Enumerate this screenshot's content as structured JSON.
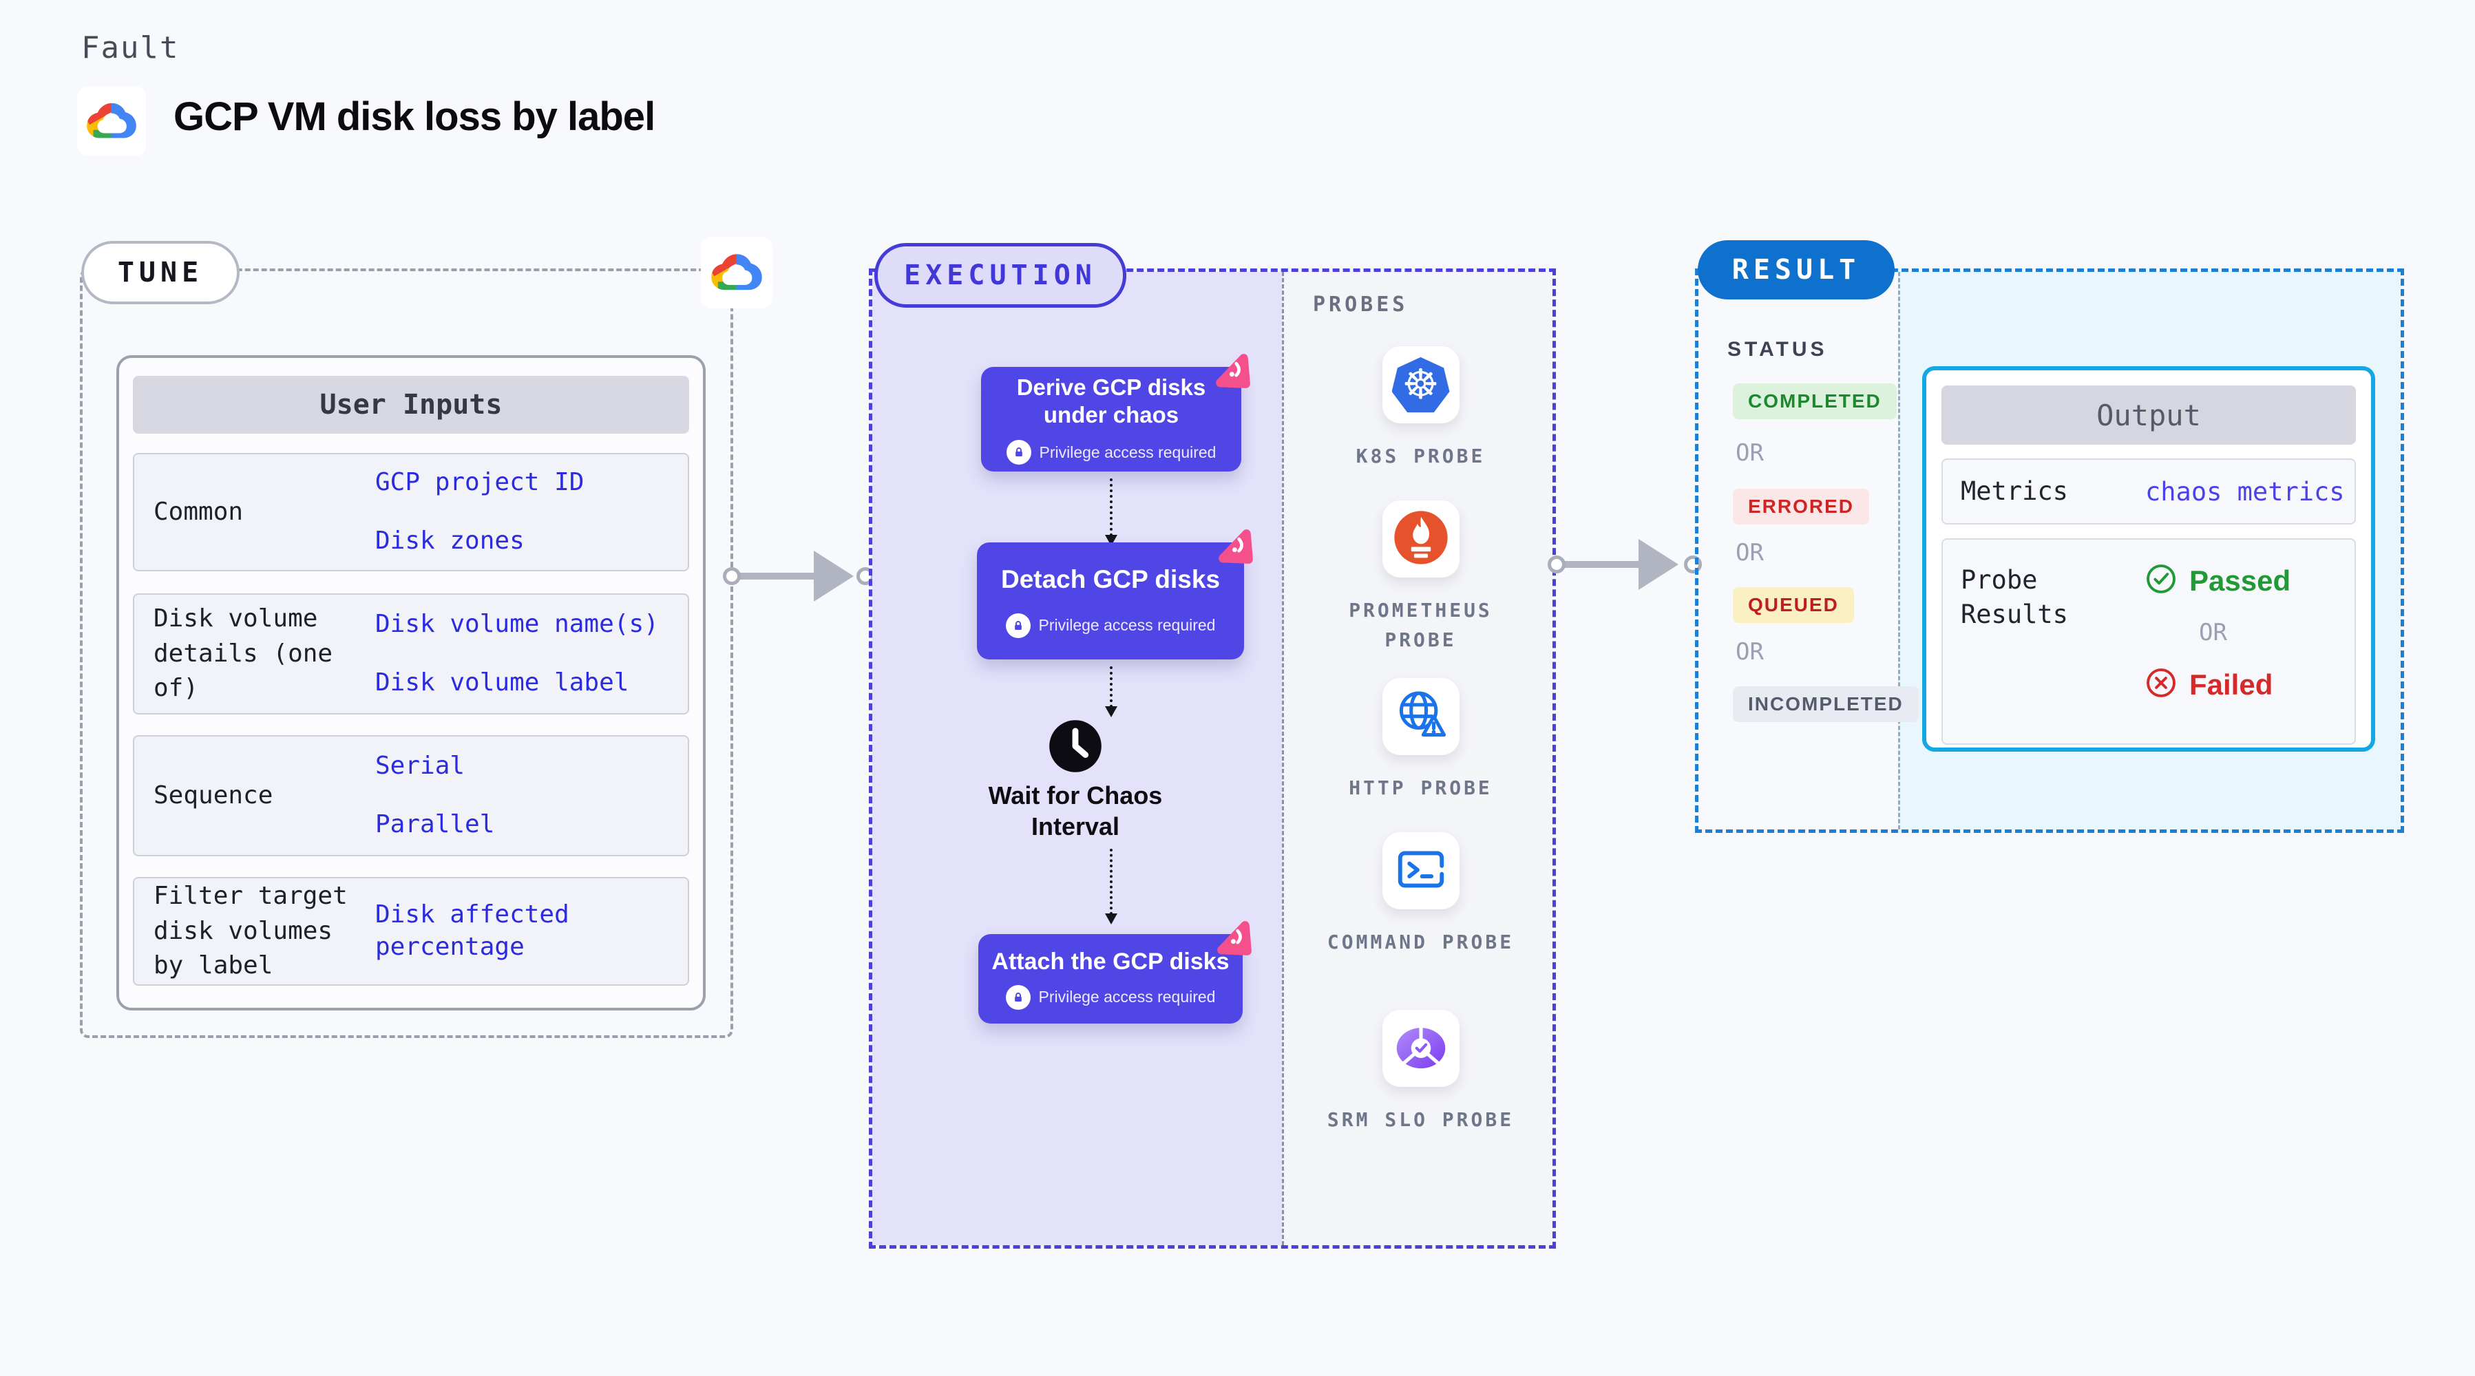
{
  "header": {
    "kicker": "Fault",
    "title": "GCP VM disk loss by label"
  },
  "tune": {
    "pill": "TUNE",
    "card_header": "User Inputs",
    "rows": [
      {
        "label": "Common",
        "values": [
          "GCP project ID",
          "Disk zones"
        ]
      },
      {
        "label": "Disk volume details (one of)",
        "values": [
          "Disk volume name(s)",
          "Disk volume label"
        ]
      },
      {
        "label": "Sequence",
        "values": [
          "Serial",
          "Parallel"
        ]
      },
      {
        "label": "Filter target disk volumes by label",
        "values": [
          "Disk affected percentage"
        ]
      }
    ]
  },
  "execution": {
    "pill": "EXECUTION",
    "steps": [
      "Derive GCP disks under chaos",
      "Detach GCP disks",
      "Attach the GCP disks"
    ],
    "privilege_note": "Privilege access required",
    "wait_label": "Wait for Chaos Interval"
  },
  "probes": {
    "title": "PROBES",
    "items": [
      {
        "label": "K8S PROBE",
        "icon": "kubernetes-icon"
      },
      {
        "label": "PROMETHEUS PROBE",
        "icon": "prometheus-icon"
      },
      {
        "label": "HTTP PROBE",
        "icon": "http-globe-icon"
      },
      {
        "label": "COMMAND PROBE",
        "icon": "terminal-icon"
      },
      {
        "label": "SRM SLO PROBE",
        "icon": "slo-pie-icon"
      }
    ]
  },
  "result": {
    "pill": "RESULT",
    "status_title": "STATUS",
    "or_label": "OR",
    "badges": [
      {
        "label": "COMPLETED",
        "fg": "#1b8a2f",
        "bg": "#ddf2dc"
      },
      {
        "label": "ERRORED",
        "fg": "#cf2424",
        "bg": "#fbe7e7"
      },
      {
        "label": "QUEUED",
        "fg": "#c01d1d",
        "bg": "#faf0c4"
      },
      {
        "label": "INCOMPLETED",
        "fg": "#555b6e",
        "bg": "#e9ebf2"
      }
    ],
    "output": {
      "header": "Output",
      "metrics_label": "Metrics",
      "metrics_value": "chaos metrics",
      "probe_results_label": "Probe Results",
      "passed_label": "Passed",
      "or_label": "OR",
      "failed_label": "Failed"
    }
  },
  "colors": {
    "page_bg": "#f8f9fc",
    "accent_indigo": "#4f46e5",
    "execution_fill": "#e4e2fa",
    "result_pill_blue": "#0e71ce",
    "result_border_blue": "#1c7fd6",
    "output_border_cyan": "#15a7e1",
    "value_blue": "#2b2bdf",
    "litmus_pink": "#f4508c",
    "passed_green": "#1f9a35",
    "failed_red": "#d42a2a"
  }
}
